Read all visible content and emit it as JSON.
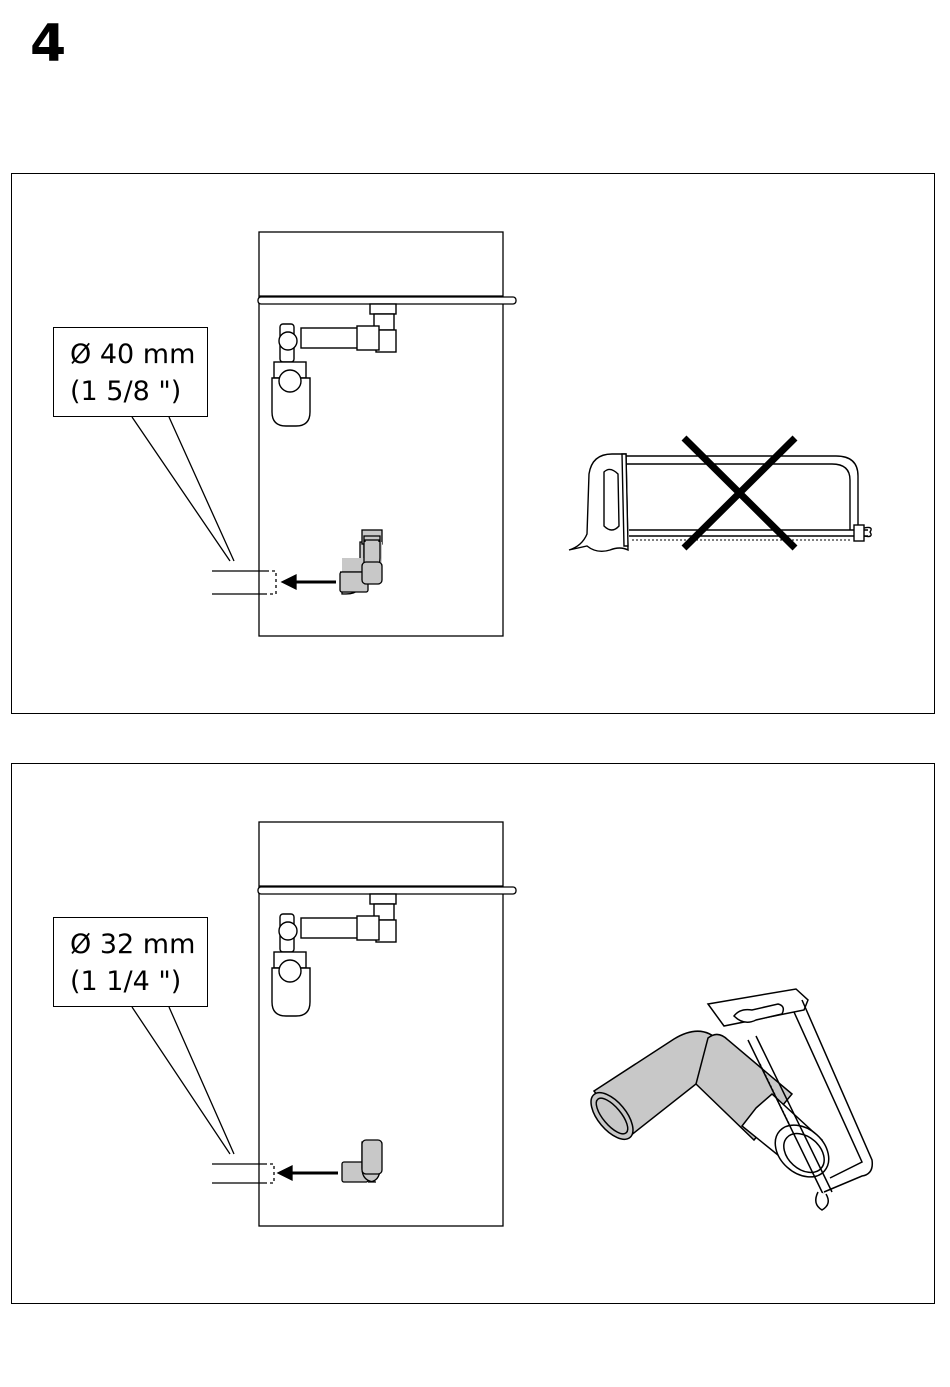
{
  "page": {
    "step_number": "4",
    "panels": [
      {
        "callout": {
          "diameter": "Ø 40 mm",
          "imperial": "(1 5/8 \")"
        },
        "right_illustration": "hacksaw-crossed-out",
        "meaning": "do-not-cut"
      },
      {
        "callout": {
          "diameter": "Ø 32 mm",
          "imperial": "(1 1/4 \")"
        },
        "right_illustration": "hacksaw-cutting-pipe",
        "meaning": "cut-pipe-to-fit"
      }
    ]
  },
  "colors": {
    "line": "#000000",
    "pipe_fill": "#c8c8c8",
    "background": "#ffffff"
  }
}
